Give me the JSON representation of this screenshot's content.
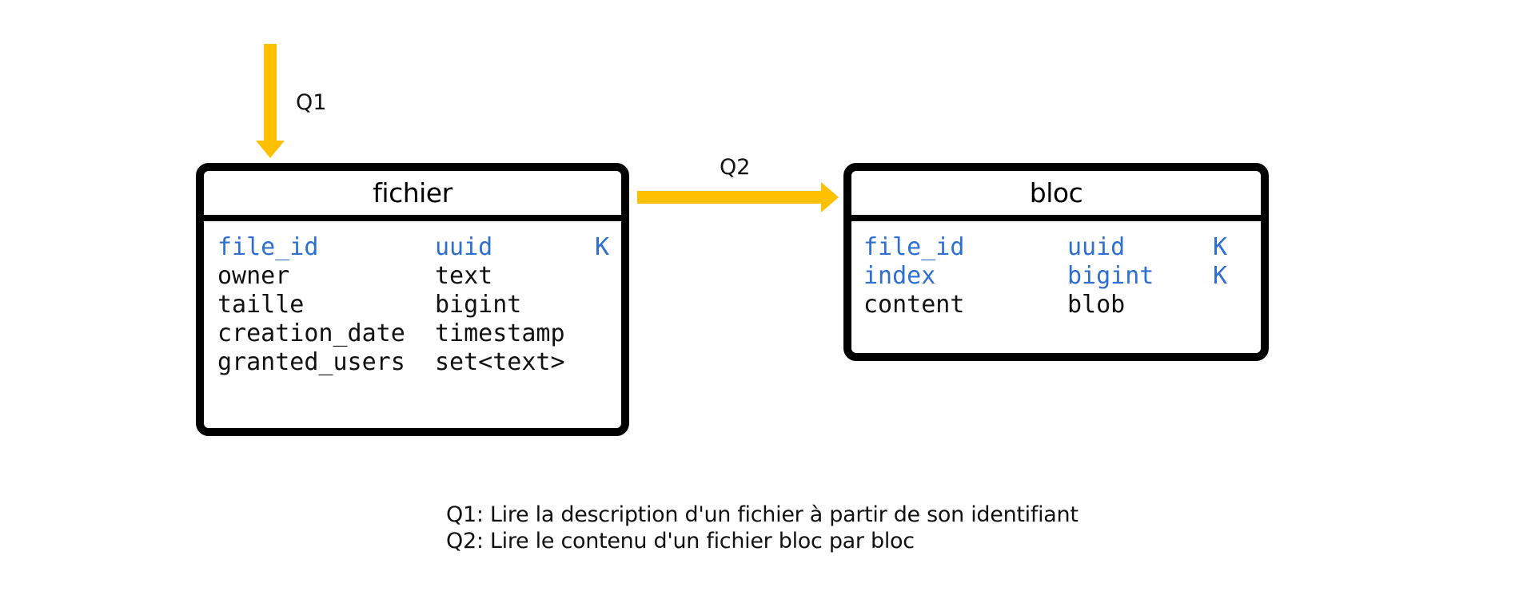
{
  "colors": {
    "arrow": "#FFC000",
    "key_text": "#2f6fd0",
    "border": "#000000"
  },
  "arrows": {
    "q1_label": "Q1",
    "q2_label": "Q2"
  },
  "tables": [
    {
      "name": "fichier",
      "fields": [
        {
          "name": "file_id",
          "type": "uuid",
          "key": "K"
        },
        {
          "name": "owner",
          "type": "text",
          "key": ""
        },
        {
          "name": "taille",
          "type": "bigint",
          "key": ""
        },
        {
          "name": "creation_date",
          "type": "timestamp",
          "key": ""
        },
        {
          "name": "granted_users",
          "type": "set<text>",
          "key": ""
        }
      ]
    },
    {
      "name": "bloc",
      "fields": [
        {
          "name": "file_id",
          "type": "uuid",
          "key": "K"
        },
        {
          "name": "index",
          "type": "bigint",
          "key": "K"
        },
        {
          "name": "content",
          "type": "blob",
          "key": ""
        }
      ]
    }
  ],
  "legend": {
    "line1": "Q1: Lire la description d'un fichier à partir de son identifiant",
    "line2": "Q2: Lire le contenu d'un fichier bloc par bloc"
  }
}
